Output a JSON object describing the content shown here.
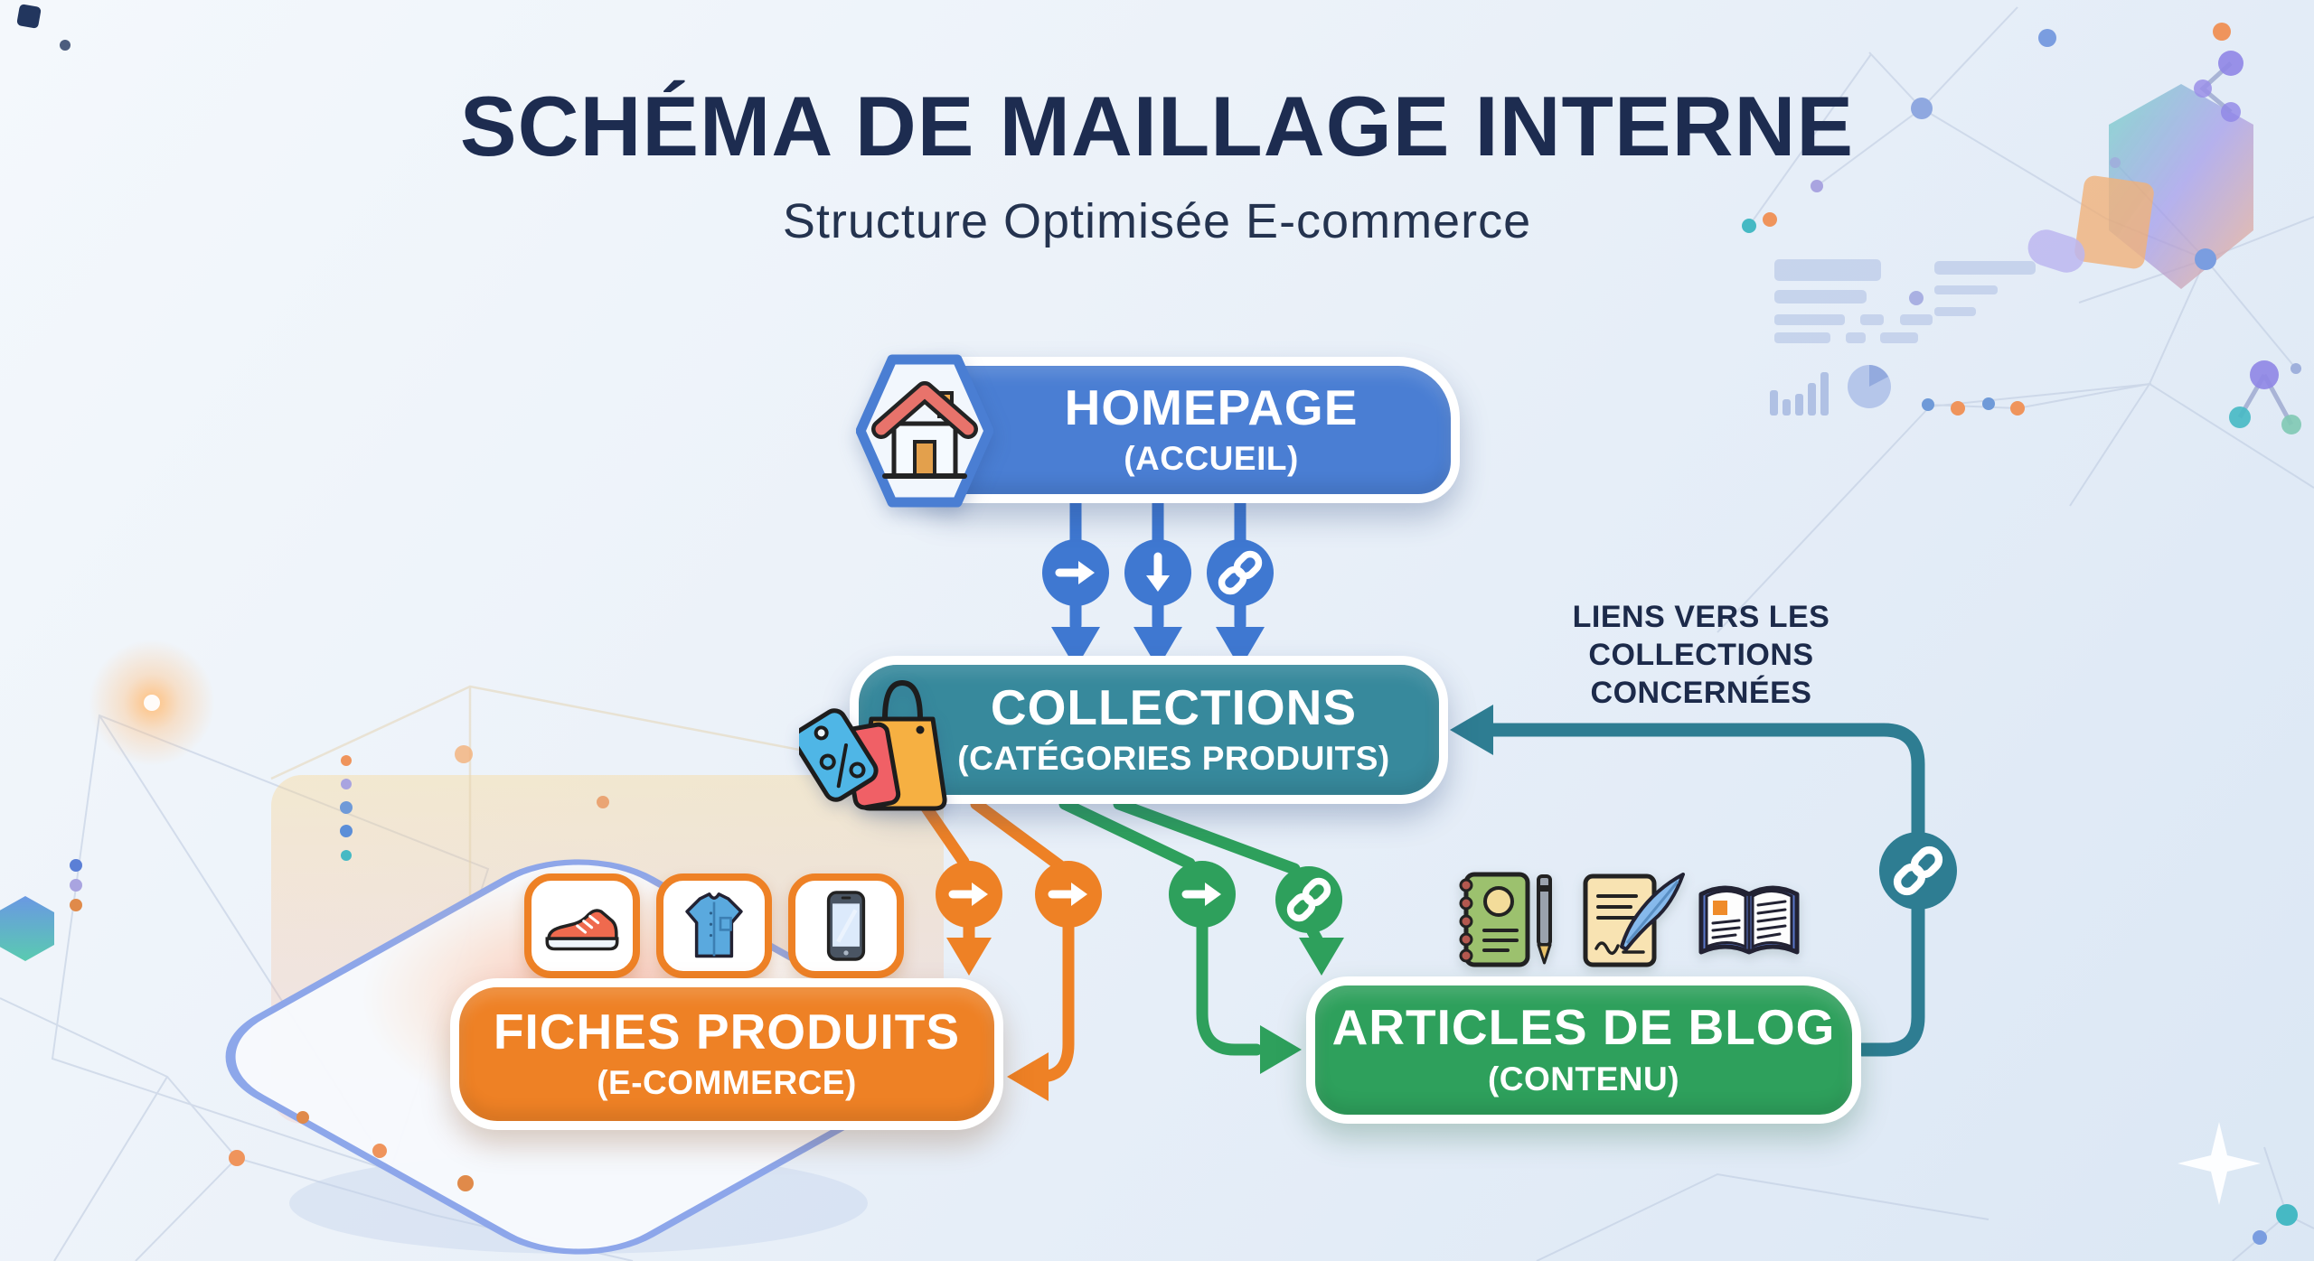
{
  "header": {
    "title": "SCHÉMA DE MAILLAGE INTERNE",
    "subtitle": "Structure Optimisée E-commerce"
  },
  "nodes": {
    "homepage": {
      "label": "HOMEPAGE",
      "sublabel": "(ACCUEIL)",
      "icon": "house-icon"
    },
    "collections": {
      "label": "COLLECTIONS",
      "sublabel": "(CATÉGORIES PRODUITS)",
      "icon": "shopping-bag-tags-icon"
    },
    "products": {
      "label": "FICHES PRODUITS",
      "sublabel": "(E-COMMERCE)",
      "icons": [
        "sneaker-icon",
        "shirt-icon",
        "smartphone-icon"
      ]
    },
    "blog": {
      "label": "ARTICLES DE BLOG",
      "sublabel": "(CONTENU)",
      "icons": [
        "notebook-pen-icon",
        "quill-paper-icon",
        "open-book-icon"
      ]
    }
  },
  "connectors": {
    "homepage_to_collections": {
      "badges": [
        "arrow-right-icon",
        "arrow-down-icon",
        "link-icon"
      ],
      "color": "#3f78d1"
    },
    "collections_to_products": {
      "badges": [
        "arrow-right-icon",
        "arrow-right-icon"
      ],
      "color": "#ee8125"
    },
    "collections_to_blog": {
      "badges": [
        "arrow-right-icon",
        "link-icon"
      ],
      "color": "#2ea05c"
    },
    "blog_to_collections": {
      "badges": [
        "link-icon"
      ],
      "color": "#2e7d92",
      "note": "LIENS VERS LES COLLECTIONS CONCERNÉES"
    }
  },
  "colors": {
    "homepage_blue": "#4a7ed3",
    "collections_teal": "#37899c",
    "products_orange": "#ee8125",
    "blog_green": "#2ea05c",
    "link_teal": "#2e7d92",
    "title_navy": "#1d2c50",
    "subtitle_navy": "#24334f",
    "background_light": "#edf3fa"
  }
}
